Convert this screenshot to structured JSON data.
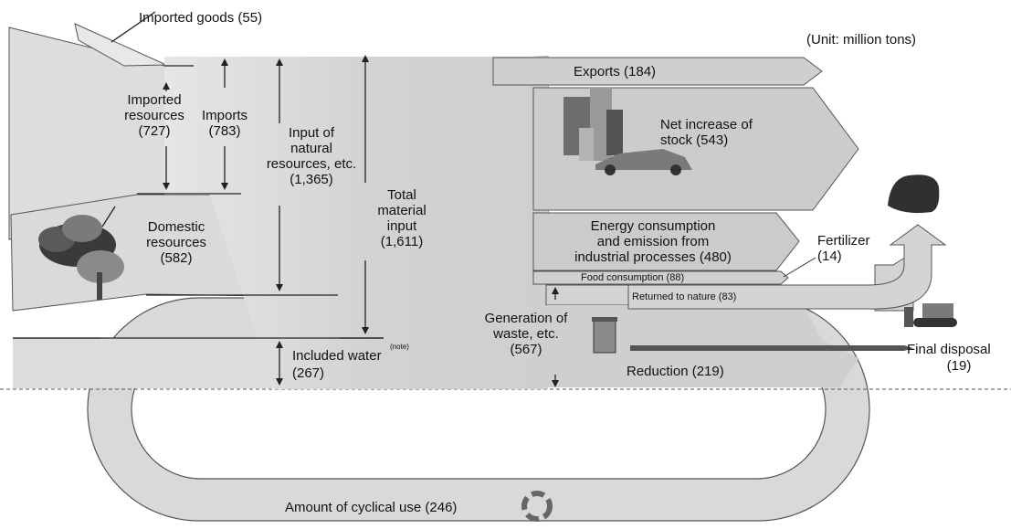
{
  "unit_note": "(Unit: million tons)",
  "inputs": {
    "imported_goods": "Imported goods (55)",
    "imported_resources": "Imported\nresources\n(727)",
    "imports": "Imports\n(783)",
    "input_natural_resources": "Input of\nnatural\nresources, etc.\n(1,365)",
    "total_material_input": "Total\nmaterial\ninput\n(1,611)",
    "domestic_resources": "Domestic\nresources\n(582)",
    "included_water": "Included water",
    "included_water_note": "(note)",
    "included_water_value": "(267)"
  },
  "outputs": {
    "exports": "Exports (184)",
    "net_increase_stock": "Net increase of\nstock (543)",
    "energy_consumption": "Energy consumption\nand emission from\nindustrial processes (480)",
    "food_consumption": "Food consumption (88)",
    "fertilizer": "Fertilizer\n(14)",
    "returned_to_nature": "Returned to nature (83)",
    "generation_of_waste": "Generation of\nwaste, etc.\n(567)",
    "reduction": "Reduction (219)",
    "final_disposal": "Final disposal",
    "final_disposal_value": "(19)",
    "cyclical_use": "Amount of cyclical use (246)"
  },
  "colors": {
    "flow_fill": "#d7d7d7",
    "flow_dark": "#cdcdcd",
    "flow_edge": "#4a4a4a",
    "text": "#111111"
  },
  "icons": [
    "tree-icon",
    "buildings-icon",
    "car-icon",
    "recycle-icon",
    "trash-bin-icon",
    "bulldozer-icon",
    "soil-heap-icon"
  ]
}
